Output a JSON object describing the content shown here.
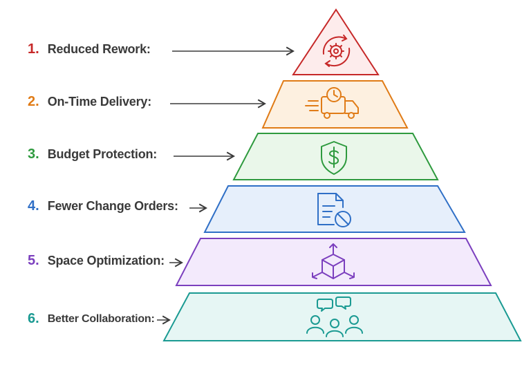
{
  "layers": [
    {
      "number": "1.",
      "label": "Reduced Rework:",
      "icon": "gear-cycle-icon",
      "color": "#c62828",
      "fill": "#fdecec"
    },
    {
      "number": "2.",
      "label": "On-Time Delivery:",
      "icon": "delivery-truck-clock-icon",
      "color": "#e07b16",
      "fill": "#fdf0e0"
    },
    {
      "number": "3.",
      "label": "Budget Protection:",
      "icon": "dollar-shield-icon",
      "color": "#2e9a3e",
      "fill": "#eaf7ea"
    },
    {
      "number": "4.",
      "label": "Fewer Change Orders:",
      "icon": "document-blocked-icon",
      "color": "#2f6fc6",
      "fill": "#e6effb"
    },
    {
      "number": "5.",
      "label": "Space Optimization:",
      "icon": "cube-arrows-icon",
      "color": "#7b3fbe",
      "fill": "#f3eafc"
    },
    {
      "number": "6.",
      "label": "Better Collaboration:",
      "icon": "team-chat-icon",
      "color": "#1a9a92",
      "fill": "#e6f6f4"
    }
  ]
}
